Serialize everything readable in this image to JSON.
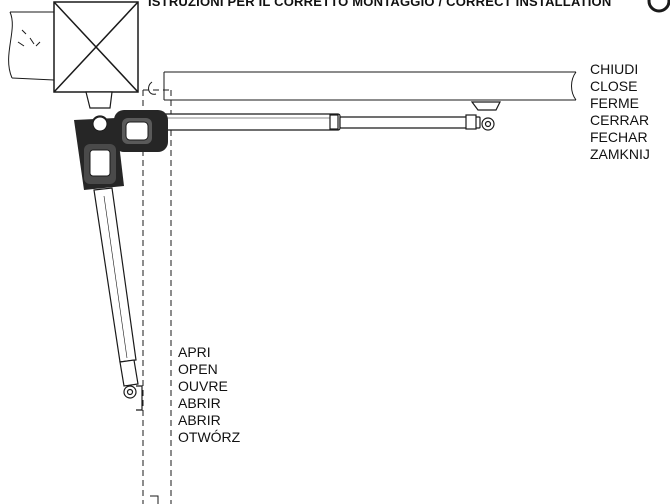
{
  "header": {
    "text": "ISTRUZIONI PER IL CORRETTO MONTAGGIO / CORRECT INSTALLATION"
  },
  "labels": {
    "close": [
      "CHIUDI",
      "CLOSE",
      "FERME",
      "CERRAR",
      "FECHAR",
      "ZAMKNIJ"
    ],
    "open": [
      "APRI",
      "OPEN",
      "OUVRE",
      "ABRIR",
      "ABRIR",
      "OTWÓRZ"
    ]
  },
  "icons": {
    "header_symbol": "circle-symbol-icon",
    "control_box": "control-box-icon"
  },
  "colors": {
    "line": "#1a1a1a",
    "motor": "#222222",
    "background": "#ffffff"
  }
}
